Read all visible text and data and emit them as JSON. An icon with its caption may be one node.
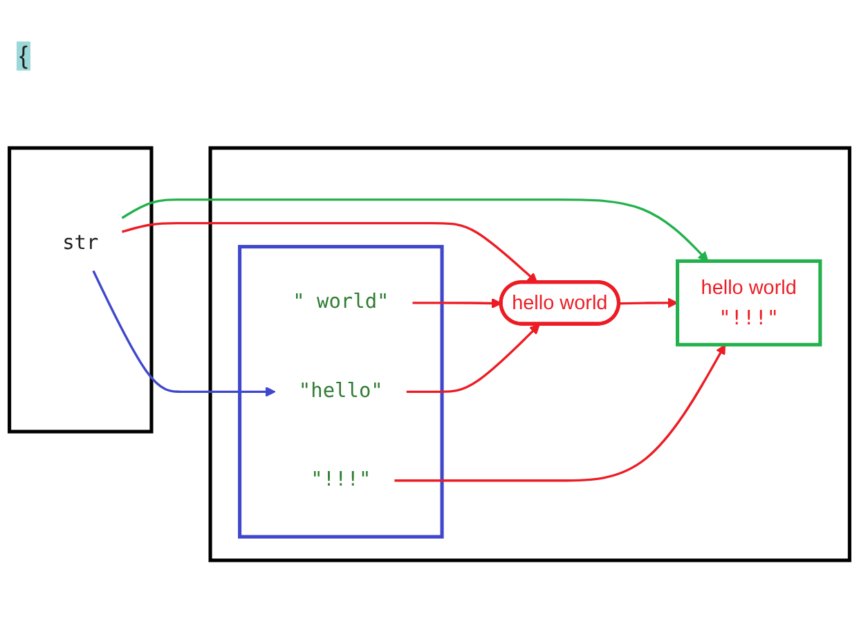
{
  "diagram": {
    "nodes": [
      {
        "text": [],
        "shape": "box"
      },
      {
        "text": [
          "str"
        ],
        "in": 0
      },
      {
        "text": [],
        "shape": "box"
      },
      {
        "text": [
          "hello world",
          "\"!!!\""
        ],
        "in": 2
      },
      {
        "text": [
          "hello world"
        ],
        "in": 2
      },
      {
        "text": [],
        "shape": "box",
        "in": 2
      },
      {
        "text": [
          "\"!!!\""
        ],
        "in": 5
      },
      {
        "text": [
          "\" world\""
        ],
        "in": 5
      },
      {
        "text": [
          "\"hello\""
        ],
        "in": 5
      }
    ],
    "edges": [
      {
        "from": 1,
        "to": 3,
        "arrow": "to",
        "color": "#22b14c"
      },
      {
        "from": 1,
        "to": 4,
        "arrow": "to"
      },
      {
        "from": 1,
        "to": 8,
        "arrow": "to",
        "color": "#3f48cc"
      },
      {
        "from": 4,
        "to": 3,
        "arrow": "to"
      },
      {
        "from": 6,
        "to": 3,
        "arrow": "to"
      },
      {
        "from": 7,
        "to": 4,
        "arrow": "to"
      },
      {
        "from": 8,
        "to": 4,
        "arrow": "to"
      }
    ],
    "labels": [
      "{"
    ]
  }
}
